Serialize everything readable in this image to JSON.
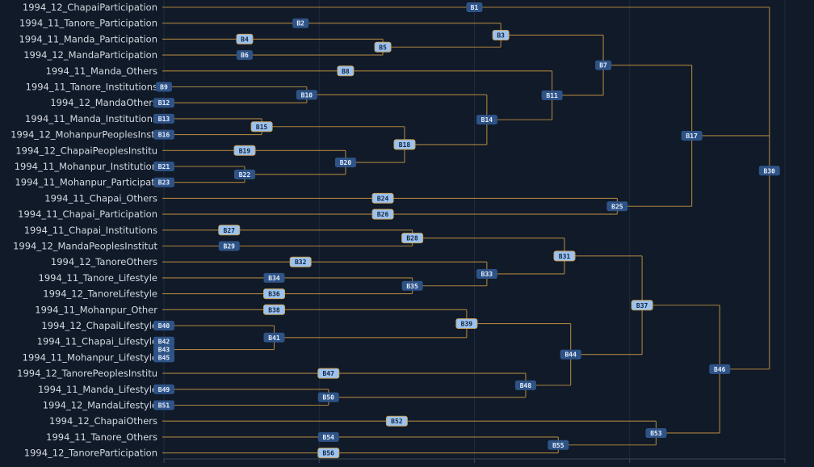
{
  "theme": {
    "background": "#111a28",
    "edge_color": "#a9823f",
    "label_color": "#d4d9e2",
    "grid_color": "#1f2a3a",
    "badge_dark_fill": "#2e5387",
    "badge_dark_text": "#e6eefb",
    "badge_light_fill": "#9cc3f0",
    "badge_light_text": "#14243d",
    "badge_light_stroke": "#c9a25a"
  },
  "chart_data": {
    "type": "dendrogram",
    "orientation": "left-to-right",
    "x_axis_ticks": 5,
    "leaves": [
      "1994_12_ChapaiParticipation",
      "1994_11_Tanore_Participation",
      "1994_11_Manda_Participation",
      "1994_12_MandaParticipation",
      "1994_11_Manda_Others",
      "1994_11_Tanore_Institutions",
      "1994_12_MandaOthers",
      "1994_11_Manda_Institutions",
      "1994_12_MohanpurPeoplesInsti",
      "1994_12_ChapaiPeoplesInstitu",
      "1994_11_Mohanpur_Institution",
      "1994_11_Mohanpur_Participati",
      "1994_11_Chapai_Others",
      "1994_11_Chapai_Participation",
      "1994_11_Chapai_Institutions",
      "1994_12_MandaPeoplesInstitut",
      "1994_12_TanoreOthers",
      "1994_11_Tanore_Lifestyle",
      "1994_12_TanoreLifestyle",
      "1994_11_Mohanpur_Other",
      "1994_12_ChapaiLifestyle",
      "1994_11_Chapai_Lifestyle",
      "1994_11_Mohanpur_Lifestyle",
      "1994_12_TanorePeoplesInstitu",
      "1994_11_Manda_Lifestyle",
      "1994_12_MandaLifestyle",
      "1994_12_ChapaiOthers",
      "1994_11_Tanore_Others",
      "1994_12_TanoreParticipation"
    ],
    "nodes": [
      {
        "id": "B1",
        "x": 2.0,
        "leaf": 0,
        "children": [],
        "style": "dark"
      },
      {
        "id": "B2",
        "x": 0.88,
        "leaf": 1,
        "children": [],
        "style": "dark"
      },
      {
        "id": "B4",
        "x": 0.52,
        "leaf": 2,
        "children": [],
        "style": "light"
      },
      {
        "id": "B6",
        "x": 0.52,
        "leaf": 3,
        "children": [],
        "style": "dark"
      },
      {
        "id": "B8",
        "x": 1.17,
        "leaf": 4,
        "children": [],
        "style": "light"
      },
      {
        "id": "B9",
        "x": 0.0,
        "leaf": 5,
        "children": [],
        "style": "dark"
      },
      {
        "id": "B12",
        "x": 0.0,
        "leaf": 6,
        "children": [],
        "style": "dark"
      },
      {
        "id": "B13",
        "x": 0.0,
        "leaf": 7,
        "children": [],
        "style": "dark"
      },
      {
        "id": "B16",
        "x": 0.0,
        "leaf": 8,
        "children": [],
        "style": "dark"
      },
      {
        "id": "B19",
        "x": 0.52,
        "leaf": 9,
        "children": [],
        "style": "light"
      },
      {
        "id": "B21",
        "x": 0.0,
        "leaf": 10,
        "children": [],
        "style": "dark"
      },
      {
        "id": "B23",
        "x": 0.0,
        "leaf": 11,
        "children": [],
        "style": "dark"
      },
      {
        "id": "B24",
        "x": 1.41,
        "leaf": 12,
        "children": [],
        "style": "light"
      },
      {
        "id": "B26",
        "x": 1.41,
        "leaf": 13,
        "children": [],
        "style": "light"
      },
      {
        "id": "B27",
        "x": 0.42,
        "leaf": 14,
        "children": [],
        "style": "light"
      },
      {
        "id": "B29",
        "x": 0.42,
        "leaf": 15,
        "children": [],
        "style": "dark"
      },
      {
        "id": "B32",
        "x": 0.88,
        "leaf": 16,
        "children": [],
        "style": "light"
      },
      {
        "id": "B34",
        "x": 0.71,
        "leaf": 17,
        "children": [],
        "style": "dark"
      },
      {
        "id": "B36",
        "x": 0.71,
        "leaf": 18,
        "children": [],
        "style": "light"
      },
      {
        "id": "B38",
        "x": 0.71,
        "leaf": 19,
        "children": [],
        "style": "light"
      },
      {
        "id": "B40",
        "x": 0.0,
        "leaf": 20,
        "children": [],
        "style": "dark"
      },
      {
        "id": "B42",
        "x": 0.0,
        "leaf": 21,
        "children": [],
        "style": "dark"
      },
      {
        "id": "B45",
        "x": 0.0,
        "leaf": 22,
        "children": [],
        "style": "dark"
      },
      {
        "id": "B47",
        "x": 1.06,
        "leaf": 23,
        "children": [],
        "style": "light"
      },
      {
        "id": "B49",
        "x": 0.0,
        "leaf": 24,
        "children": [],
        "style": "dark"
      },
      {
        "id": "B51",
        "x": 0.0,
        "leaf": 25,
        "children": [],
        "style": "dark"
      },
      {
        "id": "B52",
        "x": 1.5,
        "leaf": 26,
        "children": [],
        "style": "light"
      },
      {
        "id": "B54",
        "x": 1.06,
        "leaf": 27,
        "children": [],
        "style": "dark"
      },
      {
        "id": "B56",
        "x": 1.06,
        "leaf": 28,
        "children": [],
        "style": "light"
      },
      {
        "id": "B5",
        "x": 1.41,
        "children": [
          "B4",
          "B6"
        ],
        "style": "light"
      },
      {
        "id": "B3",
        "x": 2.17,
        "children": [
          "B2",
          "B5"
        ],
        "style": "light"
      },
      {
        "id": "B10",
        "x": 0.92,
        "children": [
          "B9",
          "B12"
        ],
        "style": "dark"
      },
      {
        "id": "B15",
        "x": 0.63,
        "children": [
          "B13",
          "B16"
        ],
        "style": "light"
      },
      {
        "id": "B22",
        "x": 0.52,
        "children": [
          "B21",
          "B23"
        ],
        "style": "dark"
      },
      {
        "id": "B20",
        "x": 1.17,
        "children": [
          "B19",
          "B22"
        ],
        "style": "dark"
      },
      {
        "id": "B18",
        "x": 1.55,
        "children": [
          "B15",
          "B20"
        ],
        "style": "light"
      },
      {
        "id": "B14",
        "x": 2.08,
        "children": [
          "B10",
          "B18"
        ],
        "style": "dark"
      },
      {
        "id": "B11",
        "x": 2.5,
        "children": [
          "B8",
          "B14"
        ],
        "style": "dark"
      },
      {
        "id": "B7",
        "x": 2.83,
        "children": [
          "B3",
          "B11"
        ],
        "style": "dark"
      },
      {
        "id": "B25",
        "x": 2.92,
        "children": [
          "B24",
          "B26"
        ],
        "style": "dark"
      },
      {
        "id": "B17",
        "x": 3.4,
        "children": [
          "B7",
          "B25"
        ],
        "style": "dark"
      },
      {
        "id": "B28",
        "x": 1.6,
        "children": [
          "B27",
          "B29"
        ],
        "style": "light"
      },
      {
        "id": "B35",
        "x": 1.6,
        "children": [
          "B34",
          "B36"
        ],
        "style": "dark"
      },
      {
        "id": "B33",
        "x": 2.08,
        "children": [
          "B32",
          "B35"
        ],
        "style": "dark"
      },
      {
        "id": "B31",
        "x": 2.58,
        "children": [
          "B28",
          "B33"
        ],
        "style": "light"
      },
      {
        "id": "B43",
        "x": 0.0,
        "children": [
          "B42",
          "B45"
        ],
        "style": "dark"
      },
      {
        "id": "B41",
        "x": 0.71,
        "children": [
          "B40",
          "B43"
        ],
        "style": "dark"
      },
      {
        "id": "B39",
        "x": 1.95,
        "children": [
          "B38",
          "B41"
        ],
        "style": "light"
      },
      {
        "id": "B50",
        "x": 1.06,
        "children": [
          "B49",
          "B51"
        ],
        "style": "dark"
      },
      {
        "id": "B48",
        "x": 2.33,
        "children": [
          "B47",
          "B50"
        ],
        "style": "dark"
      },
      {
        "id": "B44",
        "x": 2.62,
        "children": [
          "B39",
          "B48"
        ],
        "style": "dark"
      },
      {
        "id": "B37",
        "x": 3.08,
        "children": [
          "B31",
          "B44"
        ],
        "style": "light"
      },
      {
        "id": "B55",
        "x": 2.54,
        "children": [
          "B54",
          "B56"
        ],
        "style": "dark"
      },
      {
        "id": "B53",
        "x": 3.17,
        "children": [
          "B52",
          "B55"
        ],
        "style": "dark"
      },
      {
        "id": "B46",
        "x": 3.58,
        "children": [
          "B37",
          "B53"
        ],
        "style": "dark"
      },
      {
        "id": "B30",
        "x": 3.9,
        "children": [
          "B1",
          "B17",
          "B46"
        ],
        "style": "dark"
      }
    ]
  }
}
